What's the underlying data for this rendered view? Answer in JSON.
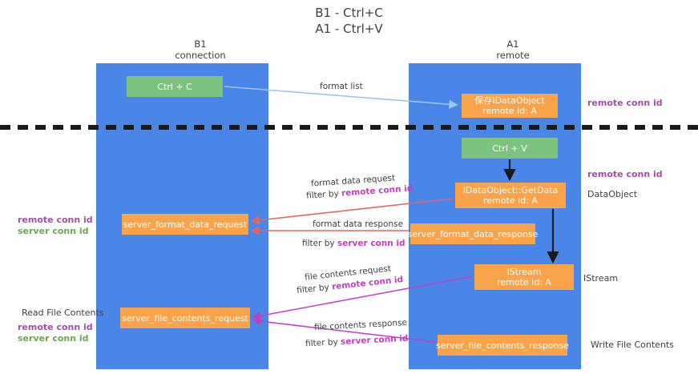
{
  "title": {
    "line1": "B1 - Ctrl+C",
    "line2": "A1 - Ctrl+V"
  },
  "columns": {
    "left": {
      "name": "B1",
      "role": "connection"
    },
    "right": {
      "name": "A1",
      "role": "remote"
    }
  },
  "boxes": {
    "ctrl_c": {
      "line1": "Ctrl + C",
      "color": "#7dc37f"
    },
    "data_object_remote": {
      "line1": "保存IDataObject",
      "line2": "remote id: A",
      "color": "#f9a44a"
    },
    "ctrl_v": {
      "line1": "Ctrl + V",
      "color": "#7dc37f"
    },
    "get_data": {
      "line1": "IDataObject::GetData",
      "line2": "remote id: A",
      "color": "#f9a44a"
    },
    "server_format_data_request": {
      "line1": "server_format_data_request",
      "color": "#f9a44a"
    },
    "server_format_data_response": {
      "line1": "server_format_data_response",
      "color": "#f9a44a"
    },
    "istream": {
      "line1": "IStream",
      "line2": "remote id: A",
      "color": "#f9a44a"
    },
    "server_file_contents_request": {
      "line1": "server_file_contents_request",
      "color": "#f9a44a"
    },
    "server_file_contents_response": {
      "line1": "server_file_contents_response",
      "color": "#f9a44a"
    }
  },
  "flows": {
    "format_list": "format list",
    "format_data_request": "format data request",
    "format_data_request_filter_prefix": "filter by ",
    "format_data_request_filter_key": "remote conn id",
    "format_data_response": "format data response",
    "format_data_response_filter_prefix": "filter by ",
    "format_data_response_filter_key": "server conn id",
    "file_contents_request": "file contents request",
    "file_contents_request_filter_prefix": "filter by ",
    "file_contents_request_filter_key": "remote conn id",
    "file_contents_response": "file contents response",
    "file_contents_response_filter_prefix": "filter by ",
    "file_contents_response_filter_key": "server conn id"
  },
  "annotations": {
    "remote_conn_id_top": "remote conn id",
    "remote_conn_id_mid": "remote conn id",
    "data_object": "DataObject",
    "istream": "IStream",
    "write_file_contents": "Write File Contents",
    "read_file_contents": "Read File Contents",
    "left_remote_conn_id": "remote conn id",
    "left_server_conn_id": "server conn id",
    "left_remote_conn_id_2": "remote conn id",
    "left_server_conn_id_2": "server conn id"
  },
  "colors": {
    "lane": "#4a86e8",
    "green_box": "#7dc37f",
    "orange_box": "#f9a44a",
    "purple_text": "#a64ca6",
    "green_text": "#6aa84f",
    "arrow_blue": "#9fc5e8",
    "arrow_red": "#e06666",
    "arrow_magenta": "#c23ec2",
    "arrow_black": "#1a1a1a",
    "divider": "#1a1a1a"
  }
}
